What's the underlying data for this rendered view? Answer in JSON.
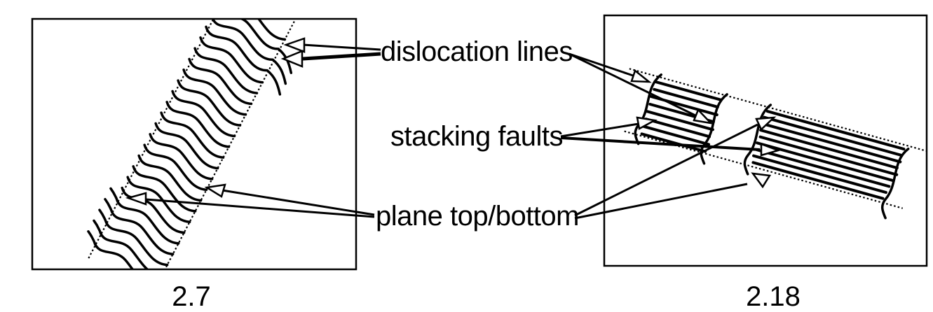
{
  "figure": {
    "background_color": "#ffffff",
    "ink_color": "#000000",
    "labels": {
      "dislocation_lines": "dislocation lines",
      "stacking_faults": "stacking faults",
      "plane_top_bottom": "plane top/bottom"
    },
    "left_panel": {
      "caption": "2.7",
      "content": "tilted band of wavy dislocation lines between dotted plane top/bottom boundary lines",
      "pointed_at_by": [
        "dislocation lines",
        "plane top/bottom"
      ]
    },
    "right_panel": {
      "caption": "2.18",
      "content": "inclined band with two striped stacking-fault segments bounded by curved dislocation lines and dotted plane top/bottom boundary lines",
      "pointed_at_by": [
        "dislocation lines",
        "stacking faults",
        "plane top/bottom"
      ]
    }
  }
}
